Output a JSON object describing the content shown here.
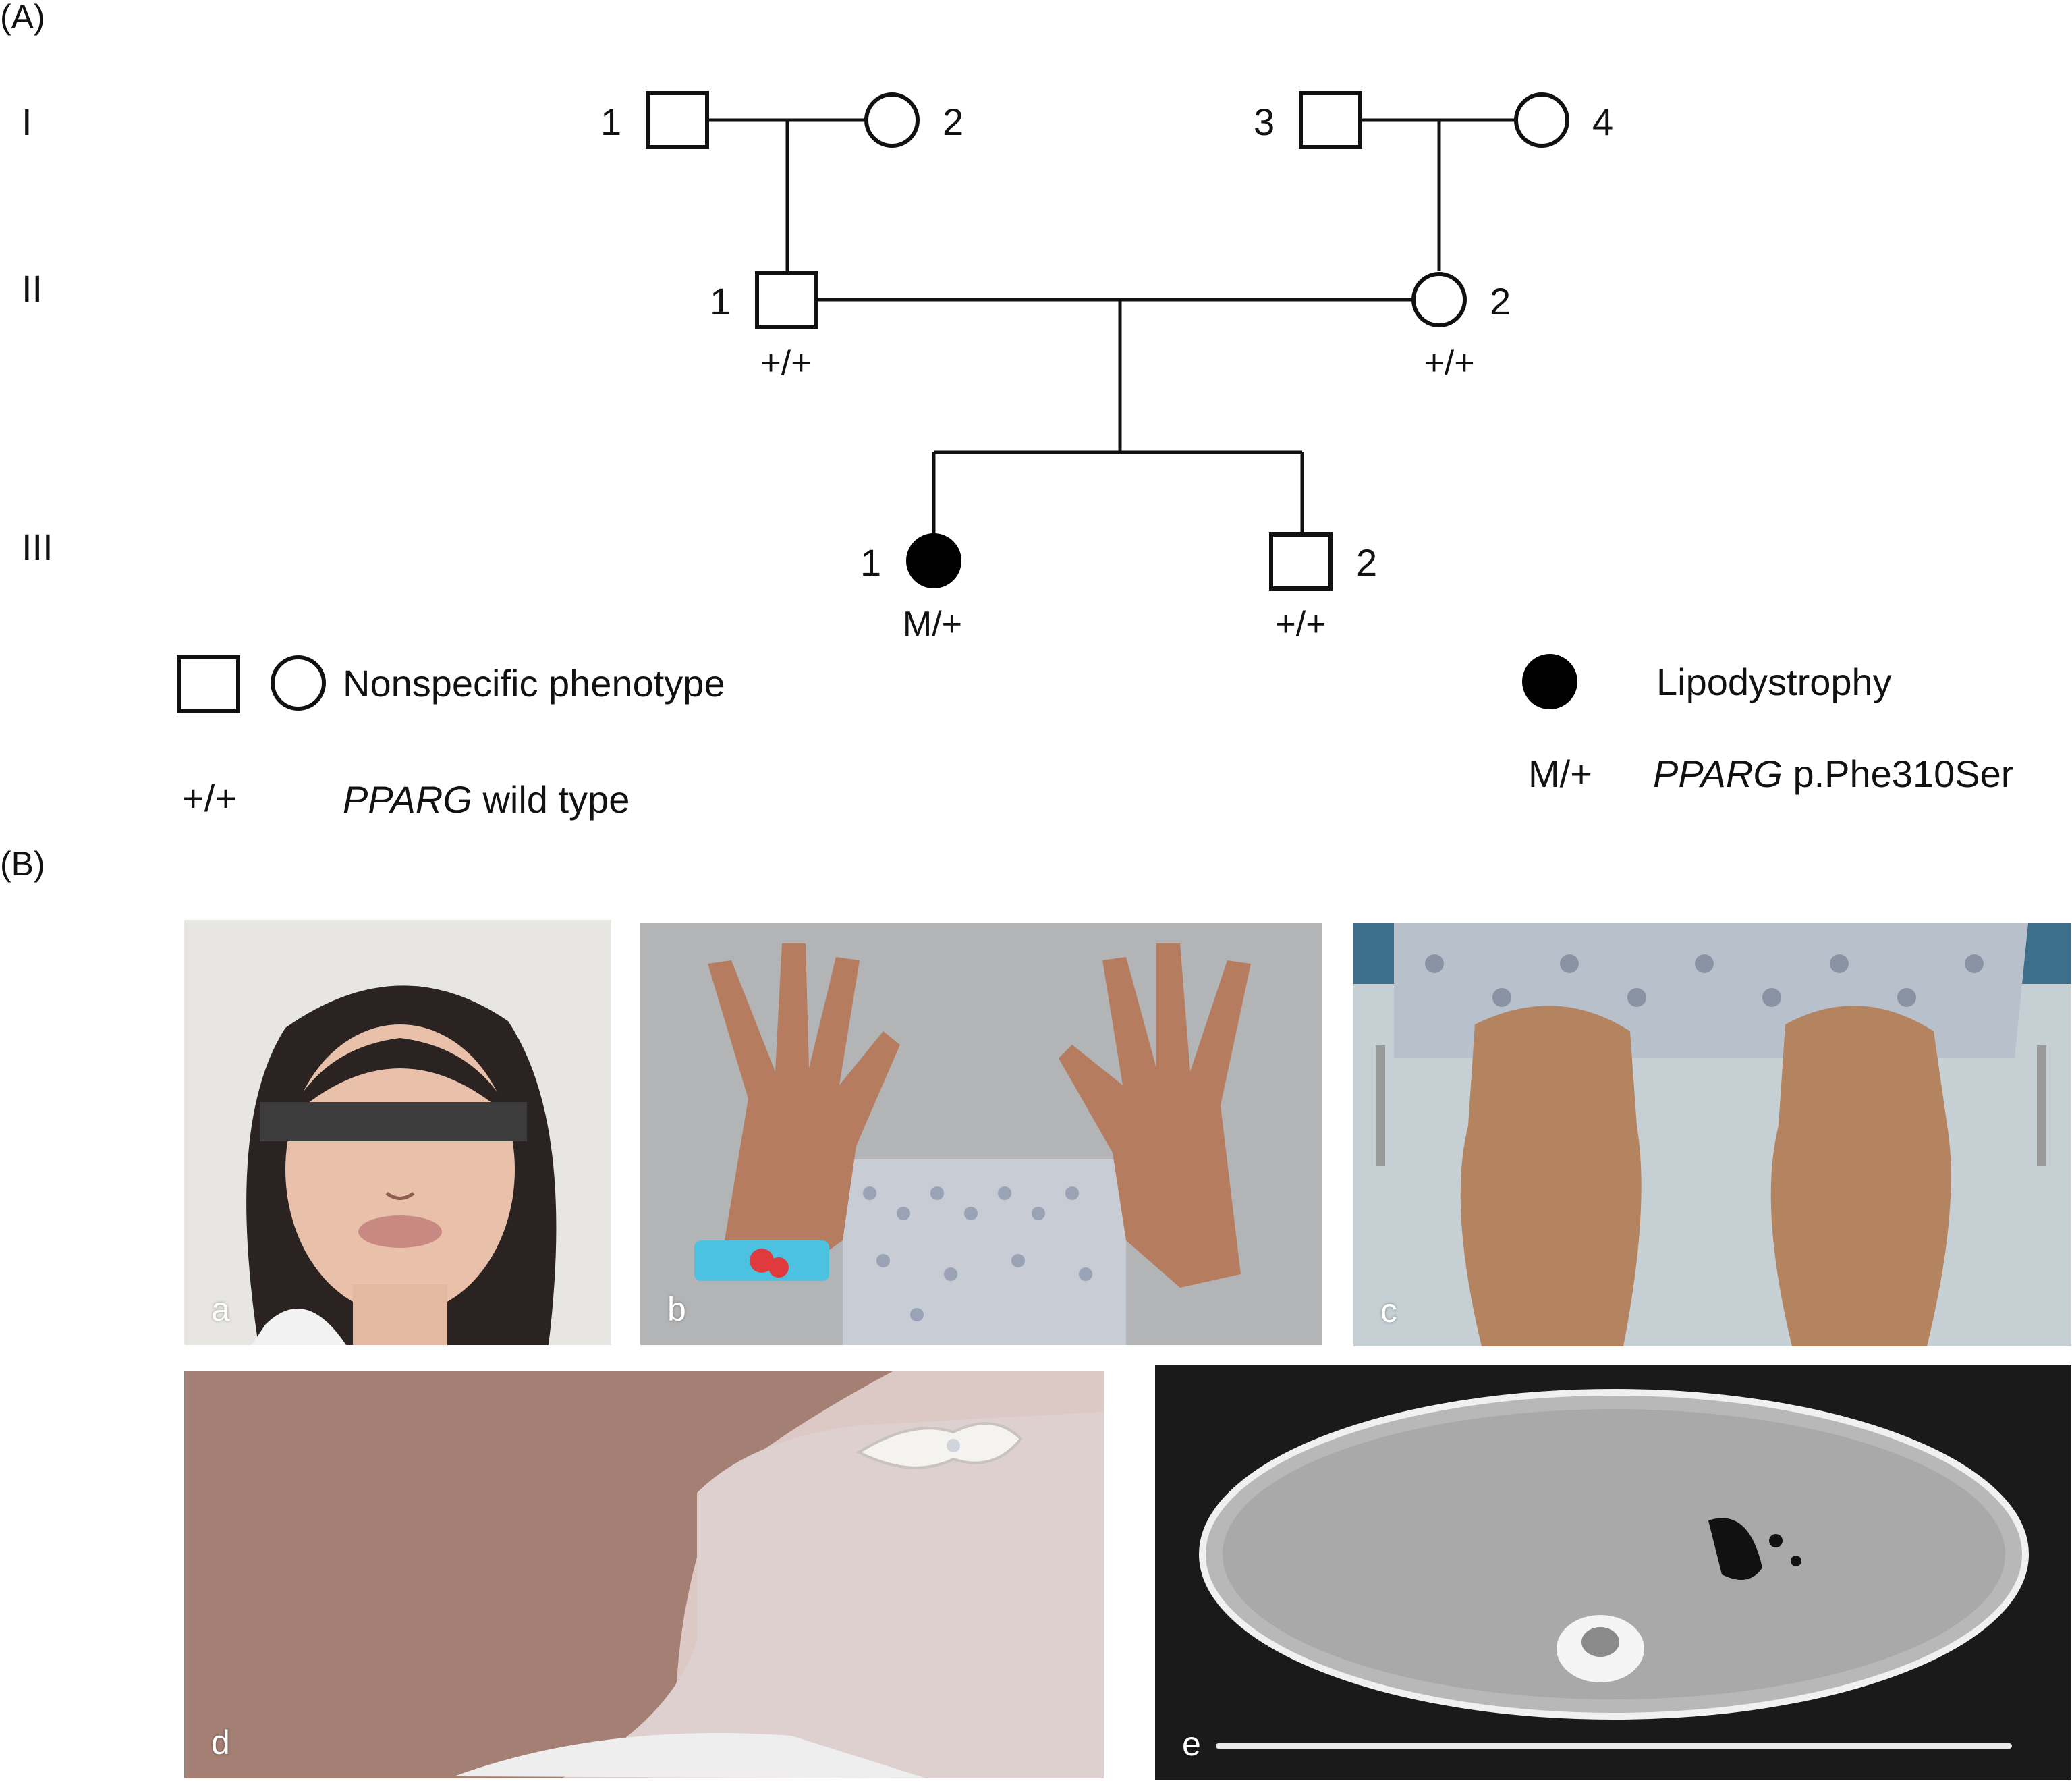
{
  "panel_labels": {
    "a": "(A)",
    "b": "(B)"
  },
  "generations": [
    "I",
    "II",
    "III"
  ],
  "individuals": {
    "I1": "1",
    "I2": "2",
    "I3": "3",
    "I4": "4",
    "II1": "1",
    "II2": "2",
    "III1": "1",
    "III2": "2"
  },
  "genotypes": {
    "II1": "+/+",
    "II2": "+/+",
    "III1": "M/+",
    "III2": "+/+"
  },
  "legend": {
    "nonspecific": "Nonspecific phenotype",
    "lipodystrophy": "Lipodystrophy",
    "wt_symbol": "+/+",
    "wt_gene": "PPARG",
    "wt_text": " wild type",
    "mut_symbol": "M/+",
    "mut_gene": "PPARG",
    "mut_text": " p.Phe310Ser"
  },
  "photo_letters": {
    "a": "a",
    "b": "b",
    "c": "c",
    "d": "d",
    "e": "e"
  },
  "colors": {
    "line": "#111111",
    "affected_fill": "#000000",
    "eye_bar": "#3d3d3d",
    "ct_background": "#1a1a1a"
  }
}
